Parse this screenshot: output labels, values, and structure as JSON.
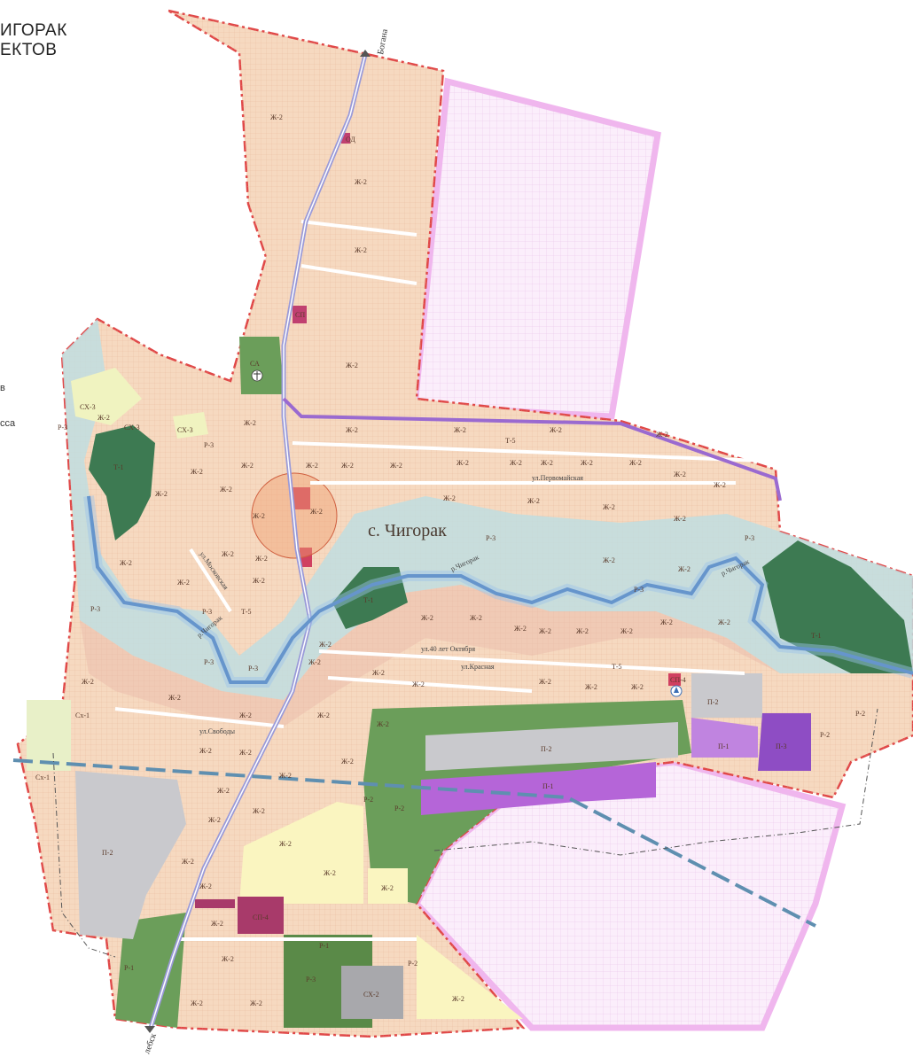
{
  "header": {
    "line1": "ИГОРАК",
    "line2": "ЕКТОВ"
  },
  "edge_fragments": {
    "a": "в",
    "b": "сса"
  },
  "village_label": "с. Чигорак",
  "roads": {
    "north": "Богана",
    "south": "лебск"
  },
  "streets": {
    "pervomayskaya": "ул.Первомайская",
    "moskovskaya": "ул.Московская",
    "oktyabrya": "ул.40 лет Октября",
    "krasnaya": "ул.Красная",
    "svobody": "ул.Свободы",
    "river1": "р.Чигорак",
    "river2": "р.Чигорак",
    "river3": "р.Чигорак"
  },
  "zones": {
    "zh2": "Ж-2",
    "sx3": "СХ-3",
    "sx1": "Сх-1",
    "r3": "Р-3",
    "p2": "П-2",
    "t5": "Т-5",
    "od": "ОД",
    "sp": "СП",
    "sp4": "СП-4",
    "sa": "СА",
    "ta": "Т-1",
    "p1": "П-1",
    "r2": "Р-2",
    "r1": "Р-1",
    "p3": "П-3",
    "sx2": "СХ-2"
  },
  "colors": {
    "residential": "#f6d9c0",
    "residential_new": "#faf5c0",
    "water_zone": "#bfdde0",
    "park": "#3d7a52",
    "green": "#6b9e5a",
    "industrial": "#c9c9cd",
    "industrial_purple": "#b565d8",
    "pink_reserve": "#fbeefb",
    "boundary": "#e04848",
    "river": "#3b6fb5",
    "road": "#9a9ad8",
    "dashed_line": "#5f8fb0"
  }
}
